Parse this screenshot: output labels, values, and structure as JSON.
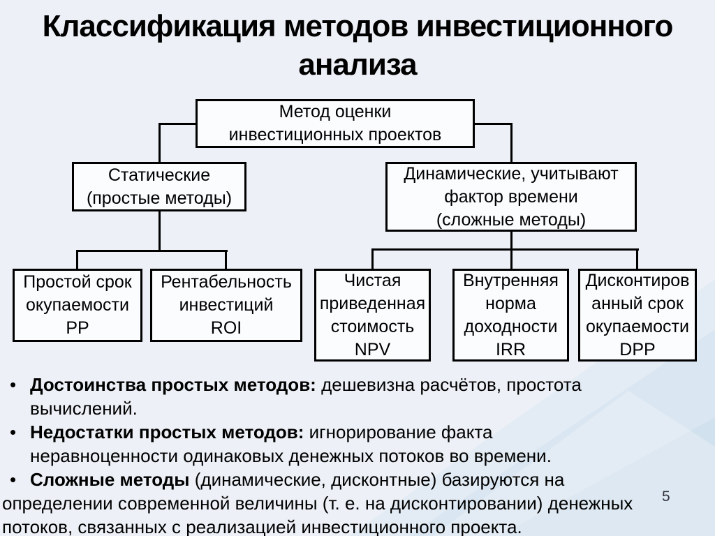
{
  "title_lines": [
    "Классификация методов инвестиционного",
    "анализа"
  ],
  "page_number": "5",
  "colors": {
    "background": "#edf1f7",
    "box_fill": "#fafcfe",
    "line": "#000000",
    "decor_wedge_light": "#e3ecf4",
    "decor_wedge_mid": "#dae6f1",
    "decor_wedge_dark": "#d2e1ee",
    "title_text": "#000000"
  },
  "diagram": {
    "root": [
      "Метод оценки",
      "инвестиционных проектов"
    ],
    "static_group": [
      "Статические",
      "(простые методы)"
    ],
    "dynamic_group": [
      "Динамические, учитывают",
      "фактор времени",
      "(сложные методы)"
    ],
    "pp": [
      "Простой срок",
      "окупаемости",
      "PP"
    ],
    "roi": [
      "Рентабельность",
      "инвестиций",
      "ROI"
    ],
    "npv": [
      "Чистая",
      "приведенная",
      "стоимость",
      "NPV"
    ],
    "irr": [
      "Внутренняя",
      "норма",
      "доходности",
      "IRR"
    ],
    "dpp": [
      "Дисконтиров",
      "анный срок",
      "окупаемости",
      "DPP"
    ]
  },
  "bullets": {
    "item1": {
      "marker": "•",
      "lead": "Достоинства простых методов:",
      "rest": " дешевизна расчётов, простота",
      "cont1": "вычислений."
    },
    "item2": {
      "marker": "•",
      "lead": "Недостатки простых методов:",
      "rest": " игнорирование факта",
      "cont1": "неравноценности одинаковых денежных потоков во времени."
    },
    "item3": {
      "marker": "•",
      "lead": "Сложные методы",
      "rest": " (динамические, дисконтные) базируются на",
      "cont1": "определении современной величины (т. е. на дисконтировании) денежных",
      "cont2": "потоков, связанных с реализацией инвестиционного проекта."
    }
  }
}
